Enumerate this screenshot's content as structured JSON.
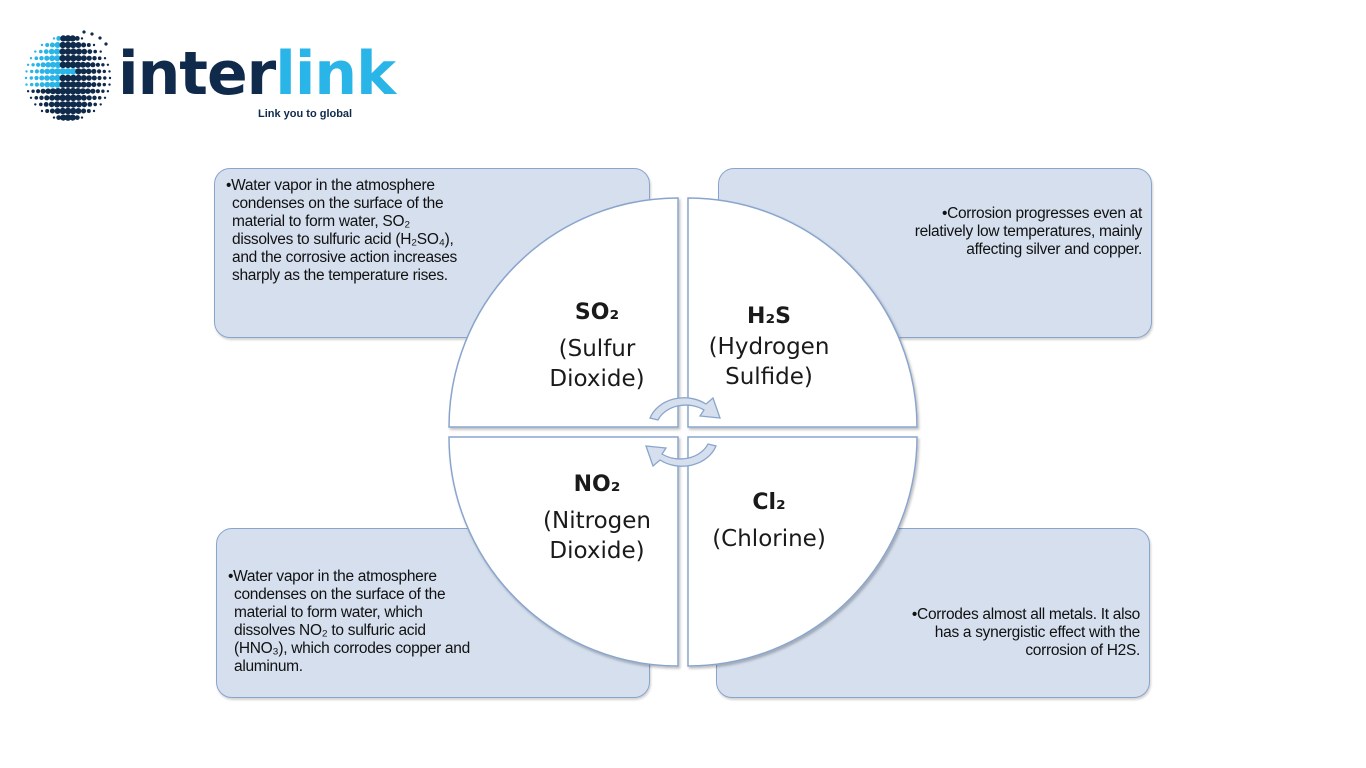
{
  "logo": {
    "word_part1": "inter",
    "word_part2": "link",
    "tagline": "Link you to global",
    "colors": {
      "dark": "#0f2a4a",
      "accent": "#29b5e8"
    }
  },
  "quadrants": {
    "so2": {
      "formula": "SO₂",
      "name_line1": "(Sulfur",
      "name_line2": "Dioxide)"
    },
    "h2s": {
      "formula": "H₂S",
      "name_line1": "(Hydrogen",
      "name_line2": "Sulfide)"
    },
    "no2": {
      "formula": "NO₂",
      "name_line1": "(Nitrogen",
      "name_line2": "Dioxide)"
    },
    "cl2": {
      "formula": "Cl₂",
      "name_line1": "(Chlorine)",
      "name_line2": ""
    }
  },
  "descriptions": {
    "so2": [
      "•Water vapor in the atmosphere",
      "condenses on the surface of the",
      "material to form water, SO₂",
      "dissolves to sulfuric acid (H₂SO₄),",
      "and the corrosive action increases",
      "sharply as the temperature rises."
    ],
    "h2s": [
      "•Corrosion progresses even at",
      "relatively low temperatures, mainly",
      "affecting silver and copper."
    ],
    "no2": [
      "•Water vapor in the atmosphere",
      "condenses on the surface of the",
      "material to form water, which",
      "dissolves NO₂ to sulfuric acid",
      "(HNO₃), which corrodes copper and",
      "aluminum."
    ],
    "cl2": [
      "•Corrodes almost all metals. It also",
      "has a synergistic effect with the",
      "corrosion of H2S."
    ]
  },
  "colors": {
    "box_fill": "#d5dfee",
    "box_border": "#8aa5cc",
    "circle_fill": "#ffffff",
    "circle_border": "#8aa5cc",
    "arrow_fill": "#d5dfee"
  }
}
